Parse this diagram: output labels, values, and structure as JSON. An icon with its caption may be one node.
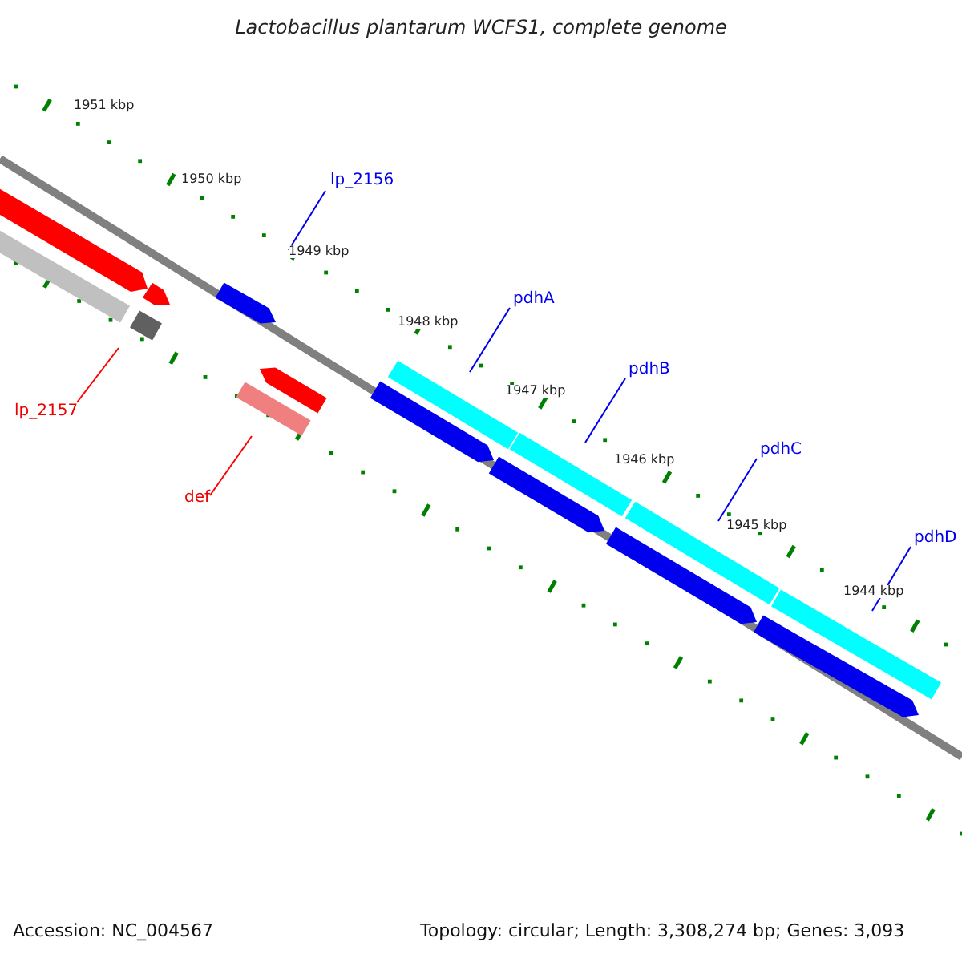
{
  "diagram": {
    "title": "Lactobacillus plantarum WCFS1, complete genome",
    "nodes": [
      {
        "text": [
          "lp_2156"
        ]
      },
      {
        "text": [],
        "shape": "arrow"
      },
      {
        "text": [
          "pdhA"
        ]
      },
      {
        "text": [],
        "shape": "arrow"
      },
      {
        "text": [
          "pdhB"
        ]
      },
      {
        "text": [],
        "shape": "arrow"
      },
      {
        "text": [
          "pdhC"
        ]
      },
      {
        "text": [],
        "shape": "arrow"
      },
      {
        "text": [
          "pdhD"
        ]
      },
      {
        "text": [],
        "shape": "arrow"
      },
      {
        "text": [
          "lp_2157"
        ]
      },
      {
        "text": [],
        "shape": "arrow"
      },
      {
        "text": [
          "def"
        ]
      },
      {
        "text": [],
        "shape": "arrow"
      },
      {
        "text": [],
        "shape": "arrow"
      },
      {
        "text": [],
        "shape": "arrow"
      },
      {
        "text": [],
        "shape": "arrow"
      },
      {
        "text": [],
        "shape": "arrow"
      },
      {
        "text": [],
        "shape": "arrow"
      },
      {
        "text": [],
        "shape": "arrow"
      },
      {
        "text": [],
        "shape": "arrow"
      },
      {
        "text": [],
        "shape": "arrow"
      }
    ],
    "edges": [
      {
        "from": 0,
        "to": 1,
        "arrow": "none"
      },
      {
        "from": 2,
        "to": 3,
        "arrow": "none"
      },
      {
        "from": 4,
        "to": 5,
        "arrow": "none"
      },
      {
        "from": 6,
        "to": 7,
        "arrow": "none"
      },
      {
        "from": 8,
        "to": 9,
        "arrow": "none"
      },
      {
        "from": 10,
        "to": 11,
        "arrow": "none",
        "color": "#ff0000"
      },
      {
        "from": 12,
        "to": 13,
        "arrow": "none",
        "color": "#ff0000"
      }
    ],
    "labels": [
      "1951 kbp",
      "1950 kbp",
      "1949 kbp",
      "1948 kbp",
      "1947 kbp",
      "1946 kbp",
      "1945 kbp",
      "1944 kbp",
      "Accession: NC_004567",
      "Topology: circular; Length: 3,308,274 bp; Genes: 3,093"
    ]
  }
}
